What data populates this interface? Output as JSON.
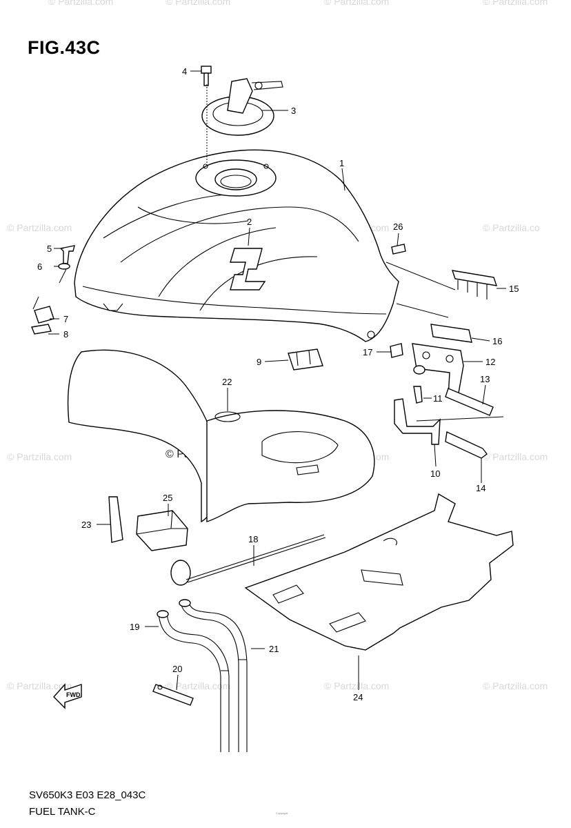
{
  "figure": {
    "title": "FIG.43C",
    "code": "SV650K3 E03 E28_043C",
    "name": "FUEL TANK-C",
    "fwd_label": "FWD",
    "fine_print": "Copyright"
  },
  "watermark": {
    "text": "© Partzilla.com",
    "short_text": "© Partzilla.co"
  },
  "parts": [
    {
      "number": "1"
    },
    {
      "number": "2"
    },
    {
      "number": "3"
    },
    {
      "number": "4"
    },
    {
      "number": "5"
    },
    {
      "number": "6"
    },
    {
      "number": "7"
    },
    {
      "number": "8"
    },
    {
      "number": "9"
    },
    {
      "number": "10"
    },
    {
      "number": "11"
    },
    {
      "number": "12"
    },
    {
      "number": "13"
    },
    {
      "number": "14"
    },
    {
      "number": "15"
    },
    {
      "number": "16"
    },
    {
      "number": "17"
    },
    {
      "number": "18"
    },
    {
      "number": "19"
    },
    {
      "number": "20"
    },
    {
      "number": "21"
    },
    {
      "number": "22"
    },
    {
      "number": "23"
    },
    {
      "number": "24"
    },
    {
      "number": "25"
    },
    {
      "number": "26"
    }
  ]
}
